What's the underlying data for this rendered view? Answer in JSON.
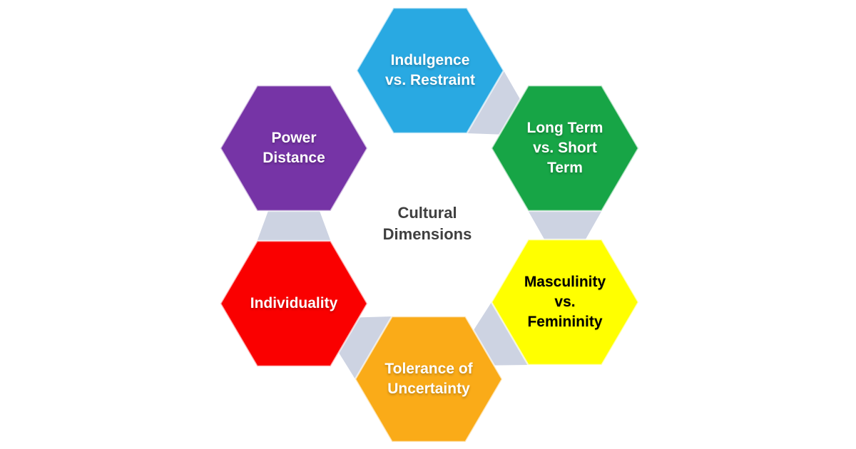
{
  "diagram": {
    "title": "Cultural Dimensions",
    "title_color": "#3F3F3F",
    "background_color": "#FFFFFF",
    "connector_color": "#CDD3E2",
    "hexagons": [
      {
        "id": "indulgence",
        "label": "Indulgence\nvs. Restraint",
        "color": "#29A9E2",
        "text_color": "#FFFFFF"
      },
      {
        "id": "long-term",
        "label": "Long Term\nvs. Short\nTerm",
        "color": "#17A546",
        "text_color": "#FFFFFF"
      },
      {
        "id": "masculinity",
        "label": "Masculinity\nvs.\nFemininity",
        "color": "#FFFF00",
        "text_color": "#000000"
      },
      {
        "id": "tolerance",
        "label": "Tolerance of\nUncertainty",
        "color": "#FAAB18",
        "text_color": "#FFFFFF"
      },
      {
        "id": "individuality",
        "label": "Individuality",
        "color": "#FA0000",
        "text_color": "#FFFFFF"
      },
      {
        "id": "power-distance",
        "label": "Power\nDistance",
        "color": "#7634A6",
        "text_color": "#FFFFFF"
      }
    ]
  }
}
